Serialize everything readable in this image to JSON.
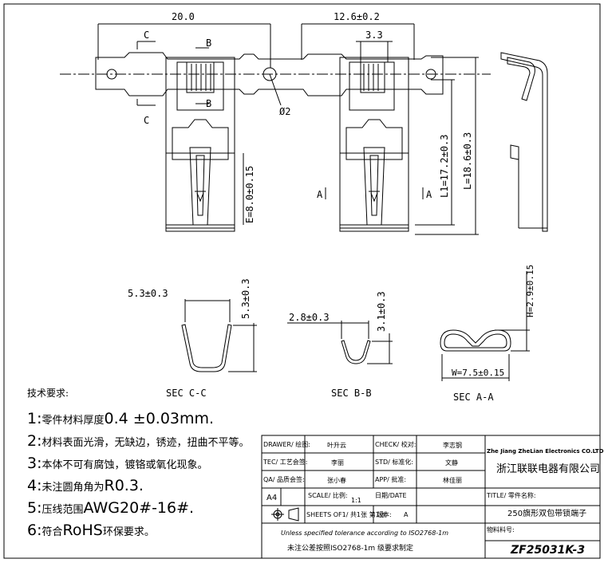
{
  "views": {
    "top": {
      "dim_pitch": "20.0",
      "dim_width": "12.6±0.2",
      "dim_window": "3.3",
      "sec_c": "C",
      "sec_b": "B",
      "sec_a": "A",
      "hole": "Ø2",
      "dim_e": "E=8.0±0.15",
      "dim_l1": "L1=17.2±0.3",
      "dim_l": "L=18.6±0.3"
    },
    "sec_cc": {
      "label": "SEC  C-C",
      "dim_w": "5.3±0.3",
      "dim_h": "5.3±0.3"
    },
    "sec_bb": {
      "label": "SEC  B-B",
      "dim_w": "2.8±0.3",
      "dim_h": "3.1±0.3"
    },
    "sec_aa": {
      "label": "SEC  A-A",
      "dim_w": "W=7.5±0.15",
      "dim_h": "H=2.9±0.15"
    }
  },
  "notes": {
    "header": "技术要求:",
    "items": [
      {
        "num": "1:",
        "text": "零件材料厚度",
        "value": "0.4 ±0.03mm."
      },
      {
        "num": "2:",
        "text": "材料表面光滑，无缺边，锈迹，扭曲不平等。",
        "value": ""
      },
      {
        "num": "3:",
        "text": "本体不可有腐蚀，镀铬或氧化现象。",
        "value": ""
      },
      {
        "num": "4:",
        "text": "未注圆角角为",
        "value": "R0.3."
      },
      {
        "num": "5:",
        "text": "压线范围",
        "value": "AWG20#-16#."
      },
      {
        "num": "6:",
        "text": "符合",
        "value": "RoHS",
        "suffix": "环保要求。"
      }
    ]
  },
  "title_block": {
    "drawer_label": "DRAWER/ 绘图:",
    "drawer_value": "叶升云",
    "check_label": "CHECK/ 校对:",
    "check_value": "李志钢",
    "tec_label": "TEC/ 工艺会签:",
    "tec_value": "李丽",
    "std_label": "STD/ 标准化:",
    "std_value": "文静",
    "qa_label": "QA/ 品质会签:",
    "qa_value": "张小春",
    "app_label": "APP/ 批准:",
    "app_value": "林佳丽",
    "date_label": "日期/DATE",
    "size": "A4",
    "scale_label": "SCALE/ 比例:",
    "scale_value": "1:1",
    "sheet_label": "SHEETS OF1/ 共1张 第1张",
    "version_label": "版本:",
    "version_value": "A",
    "company_en": "Zhe Jiang ZheLian Electronics CO.LTD",
    "company_cn": "浙江联联电器有限公司",
    "title_label": "TITLE/ 零件名称:",
    "title_value": "250旗形双包带锁端子",
    "part_label": "物料料号:",
    "part_number": "ZF25031K-3",
    "tolerance_en": "Unless specified tolerance according to ISO2768-1m",
    "tolerance_cn": "未注公差按照ISO2768-1m 级要求制定"
  }
}
